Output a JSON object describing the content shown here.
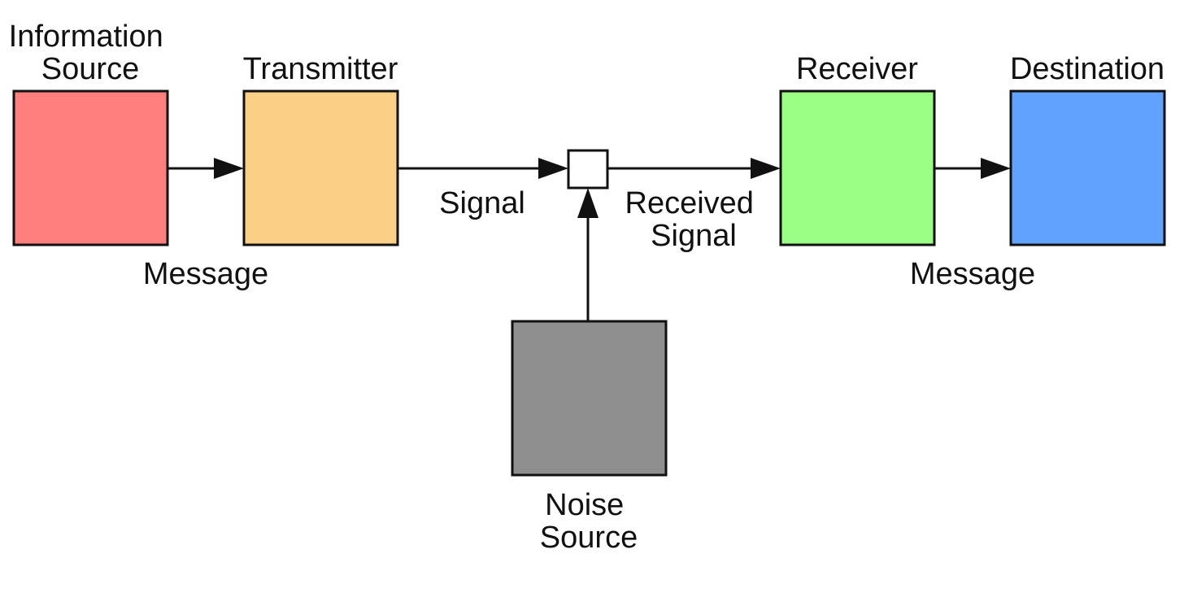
{
  "diagram": {
    "blocks": [
      {
        "id": "information-source",
        "label_lines": [
          "Information",
          "Source"
        ],
        "color": "#FF7F7F"
      },
      {
        "id": "transmitter",
        "label_lines": [
          "Transmitter"
        ],
        "color": "#FAD087"
      },
      {
        "id": "receiver",
        "label_lines": [
          "Receiver"
        ],
        "color": "#9CFF85"
      },
      {
        "id": "destination",
        "label_lines": [
          "Destination"
        ],
        "color": "#62A2FF"
      },
      {
        "id": "noise-source",
        "label_lines": [
          "Noise",
          "Source"
        ],
        "color": "#8F8F8F"
      }
    ],
    "junction": {
      "id": "noise-adder",
      "color": "#FFFFFF"
    },
    "edges": [
      {
        "from": "information-source",
        "to": "transmitter",
        "label_lines": [
          "Message"
        ]
      },
      {
        "from": "transmitter",
        "to": "noise-adder",
        "label_lines": [
          "Signal"
        ]
      },
      {
        "from": "noise-adder",
        "to": "receiver",
        "label_lines": [
          "Received",
          "Signal"
        ]
      },
      {
        "from": "receiver",
        "to": "destination",
        "label_lines": [
          "Message"
        ]
      },
      {
        "from": "noise-source",
        "to": "noise-adder",
        "label_lines": []
      }
    ]
  }
}
